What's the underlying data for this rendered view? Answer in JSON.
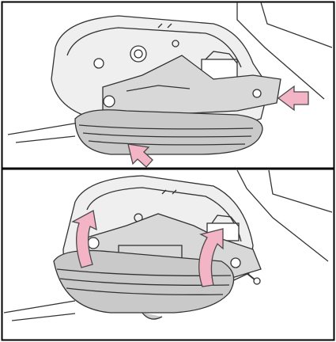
{
  "figure": {
    "panels": [
      {
        "id": "top",
        "step": "press-tabs",
        "arrow_direction": "inward"
      },
      {
        "id": "bottom",
        "step": "rotate-and-remove",
        "arrow_direction": "curved-up"
      }
    ],
    "colors": {
      "frame": "#000000",
      "line_art": "#333333",
      "arrow_fill": "#f3b4c6",
      "arrow_stroke": "#4a4a4a",
      "lens": "#c9c9c9",
      "housing": "#e6e6e6"
    }
  }
}
